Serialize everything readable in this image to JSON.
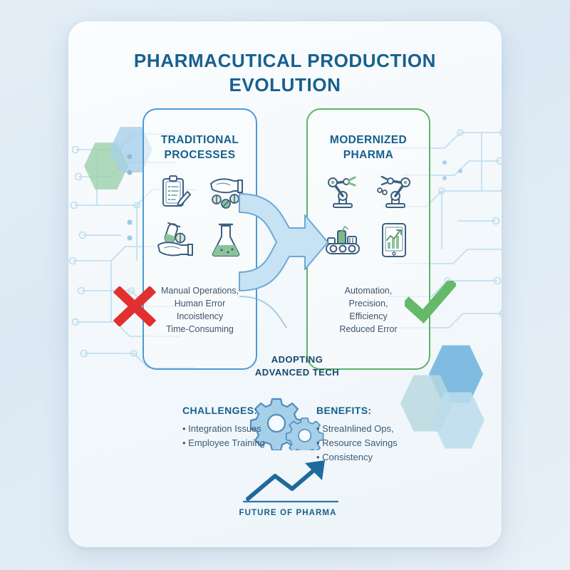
{
  "poster": {
    "title_line1": "PHARMACUTICAL PRODUCTION",
    "title_line2": "EVOLUTION",
    "title_color": "#17608f",
    "background_color": "#e2edf6",
    "card_color": "#f7fbfd"
  },
  "left_panel": {
    "title_line1": "TRADITIONAL",
    "title_line2": "PROCESSES",
    "border_color": "#4d9ad4",
    "mark": "red-x-mark",
    "mark_color": "#e03030",
    "icons": [
      {
        "name": "clipboard-checklist-pen-icon",
        "label": "clipboard with pen"
      },
      {
        "name": "hand-dispensing-pills-icon",
        "label": "hand with pills"
      },
      {
        "name": "hand-test-tube-icon",
        "label": "hand with test tube"
      },
      {
        "name": "erlenmeyer-flask-icon",
        "label": "laboratory flask"
      }
    ],
    "body_lines": [
      "Manual Operations,",
      "Human Error",
      "Incoistlency",
      "Time-Consuming"
    ]
  },
  "right_panel": {
    "title_line1": "MODERNIZED",
    "title_line2": "PHARMA",
    "border_color": "#5fb36a",
    "mark": "green-check-mark",
    "mark_color": "#5cb85c",
    "icons": [
      {
        "name": "robotic-arm-left-icon",
        "label": "robotic arm"
      },
      {
        "name": "robotic-arm-right-icon",
        "label": "robotic arm packaging"
      },
      {
        "name": "conveyor-belt-icon",
        "label": "automated conveyor"
      },
      {
        "name": "tablet-analytics-chart-icon",
        "label": "tablet with growth chart"
      }
    ],
    "body_lines": [
      "Automation,",
      "Precision,",
      "Efficiency",
      "Reduced Error"
    ]
  },
  "transition": {
    "arrow_name": "merge-right-arrow",
    "arrow_color": "#9ccdeb",
    "label_line1": "ADOPTING",
    "label_line2": "ADVANCED TECH"
  },
  "gears": {
    "name": "gears-icon",
    "color": "#8dc0e4"
  },
  "challenges": {
    "heading": "CHALLENGES:",
    "items": [
      "Integration Issues",
      "Employee Training"
    ]
  },
  "benefits": {
    "heading": "BENEFITS:",
    "items": [
      "StreaInlined Ops,",
      "Resource Savings",
      "Consistency"
    ]
  },
  "future": {
    "label": "FUTURE OF PHARMA",
    "arrow_name": "growth-trend-arrow-icon",
    "arrow_color": "#1f6a9c"
  },
  "decorations": {
    "hexagons": [
      {
        "name": "hexagon-green-upper-left",
        "color": "#9bcfa8"
      },
      {
        "name": "hexagon-blue-upper-left",
        "color": "#a8cfe8"
      },
      {
        "name": "hexagon-blue-right-top",
        "color": "#6cb2dd"
      },
      {
        "name": "hexagon-blue-right-mid",
        "color": "#bcdcec"
      },
      {
        "name": "hexagon-teal-right-low",
        "color": "#b6d8de"
      }
    ],
    "circuit_trace_color": "#bcdcf0"
  }
}
